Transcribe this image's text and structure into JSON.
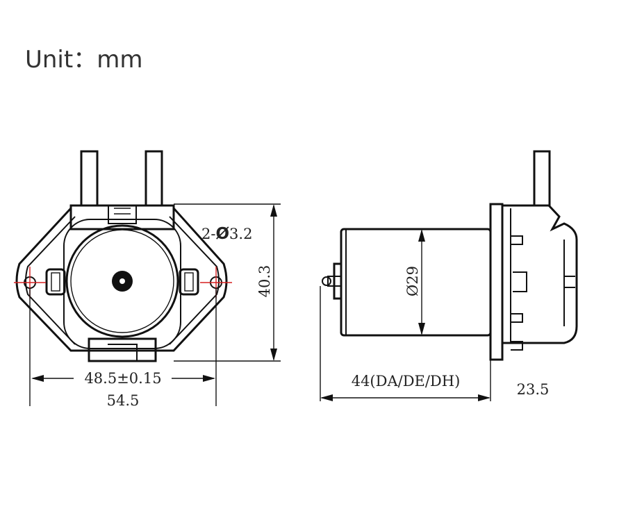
{
  "unit_label": "Unit：mm",
  "front_view": {
    "hole_spec": "2-",
    "hole_symbol": "Ø",
    "hole_value": "3.2",
    "height": "40.3",
    "hole_spacing": "48.5±0.15",
    "overall_width": "54.5"
  },
  "side_view": {
    "diameter": "Ø29",
    "motor_length": "44(DA/DE/DH)",
    "head_length": "23.5"
  },
  "colors": {
    "line": "#111111",
    "centerline": "#d62020",
    "text": "#222222"
  }
}
